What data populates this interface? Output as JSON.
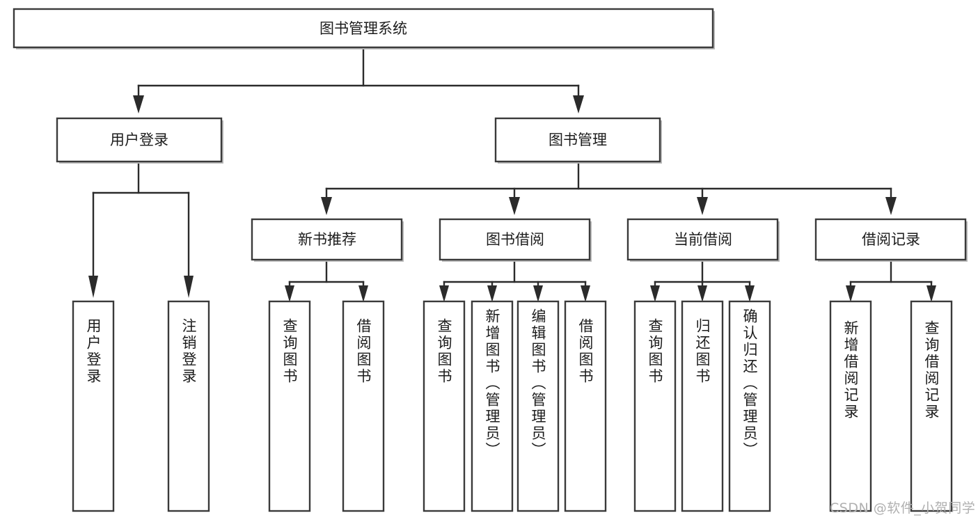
{
  "diagram": {
    "title": "图书管理系统",
    "root": {
      "id": "root",
      "label": "图书管理系统",
      "orientation": "horizontal"
    },
    "level2": [
      {
        "id": "user-login",
        "label": "用户登录",
        "orientation": "horizontal"
      },
      {
        "id": "book-manage",
        "label": "图书管理",
        "orientation": "horizontal"
      }
    ],
    "level3": [
      {
        "id": "new-book-recommend",
        "label": "新书推荐",
        "orientation": "horizontal",
        "parent": "book-manage"
      },
      {
        "id": "book-borrow",
        "label": "图书借阅",
        "orientation": "horizontal",
        "parent": "book-manage"
      },
      {
        "id": "current-borrow",
        "label": "当前借阅",
        "orientation": "horizontal",
        "parent": "book-manage"
      },
      {
        "id": "borrow-record",
        "label": "借阅记录",
        "orientation": "horizontal",
        "parent": "book-manage"
      }
    ],
    "leaves": [
      {
        "id": "leaf-user-login",
        "label": "用户登录",
        "orientation": "vertical",
        "parent": "user-login"
      },
      {
        "id": "leaf-logout-login",
        "label": "注销登录",
        "orientation": "vertical",
        "parent": "user-login"
      },
      {
        "id": "leaf-query-book-1",
        "label": "查询图书",
        "orientation": "vertical",
        "parent": "new-book-recommend"
      },
      {
        "id": "leaf-borrow-book-1",
        "label": "借阅图书",
        "orientation": "vertical",
        "parent": "new-book-recommend"
      },
      {
        "id": "leaf-query-book-2",
        "label": "查询图书",
        "orientation": "vertical",
        "parent": "book-borrow"
      },
      {
        "id": "leaf-add-book-admin",
        "label": "新增图书（管理员）",
        "orientation": "vertical",
        "parent": "book-borrow"
      },
      {
        "id": "leaf-edit-book-admin",
        "label": "编辑图书（管理员）",
        "orientation": "vertical",
        "parent": "book-borrow"
      },
      {
        "id": "leaf-borrow-book-2",
        "label": "借阅图书",
        "orientation": "vertical",
        "parent": "book-borrow"
      },
      {
        "id": "leaf-query-book-3",
        "label": "查询图书",
        "orientation": "vertical",
        "parent": "current-borrow"
      },
      {
        "id": "leaf-return-book",
        "label": "归还图书",
        "orientation": "vertical",
        "parent": "current-borrow"
      },
      {
        "id": "leaf-confirm-return-admin",
        "label": "确认归还（管理员）",
        "orientation": "vertical",
        "parent": "current-borrow"
      },
      {
        "id": "leaf-add-borrow-record",
        "label": "新增借阅记录",
        "orientation": "vertical",
        "parent": "borrow-record"
      },
      {
        "id": "leaf-query-borrow-record",
        "label": "查询借阅记录",
        "orientation": "vertical",
        "parent": "borrow-record"
      }
    ]
  },
  "watermark": {
    "text": "CSDN @软件_小贺同学"
  },
  "colors": {
    "background": "#ffffff",
    "box_fill": "#ffffff",
    "box_stroke": "#3a3a3a",
    "line": "#2b2b2b",
    "text": "#1c1c1c",
    "watermark": "#b0b0b0"
  }
}
